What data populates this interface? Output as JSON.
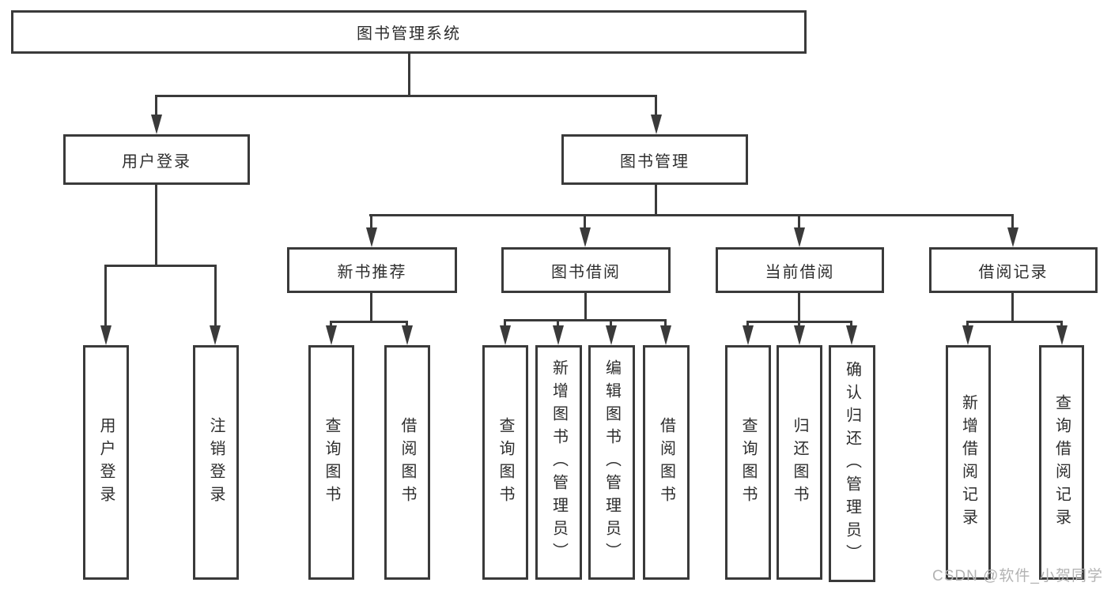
{
  "diagram": {
    "title": "图书管理系统",
    "type": "function-structure-tree",
    "root": {
      "label": "图书管理系统"
    },
    "level2": [
      {
        "id": "user-login",
        "label": "用户登录"
      },
      {
        "id": "book-management",
        "label": "图书管理"
      }
    ],
    "level3": [
      {
        "id": "new-book-recommend",
        "label": "新书推荐",
        "parent": "book-management"
      },
      {
        "id": "book-borrow",
        "label": "图书借阅",
        "parent": "book-management"
      },
      {
        "id": "current-borrow",
        "label": "当前借阅",
        "parent": "book-management"
      },
      {
        "id": "borrow-record",
        "label": "借阅记录",
        "parent": "book-management"
      }
    ],
    "leaves": {
      "user_login": [
        {
          "label": "用户登录"
        },
        {
          "label": "注销登录"
        }
      ],
      "new_book": [
        {
          "label": "查询图书"
        },
        {
          "label": "借阅图书"
        }
      ],
      "book_borrow": [
        {
          "label": "查询图书"
        },
        {
          "label": "新增图书（管理员）"
        },
        {
          "label": "编辑图书（管理员）"
        },
        {
          "label": "借阅图书"
        }
      ],
      "current_borrow": [
        {
          "label": "查询图书"
        },
        {
          "label": "归还图书"
        },
        {
          "label": "确认归还（管理员）"
        }
      ],
      "borrow_record": [
        {
          "label": "新增借阅记录"
        },
        {
          "label": "查询借阅记录"
        }
      ]
    },
    "colors": {
      "line": "#3a3a3a",
      "text": "#2e2e2e",
      "background": "#ffffff",
      "watermark_text_color": "#b3b3b3"
    }
  },
  "watermark": {
    "text": "CSDN @软件_小贺同学"
  }
}
